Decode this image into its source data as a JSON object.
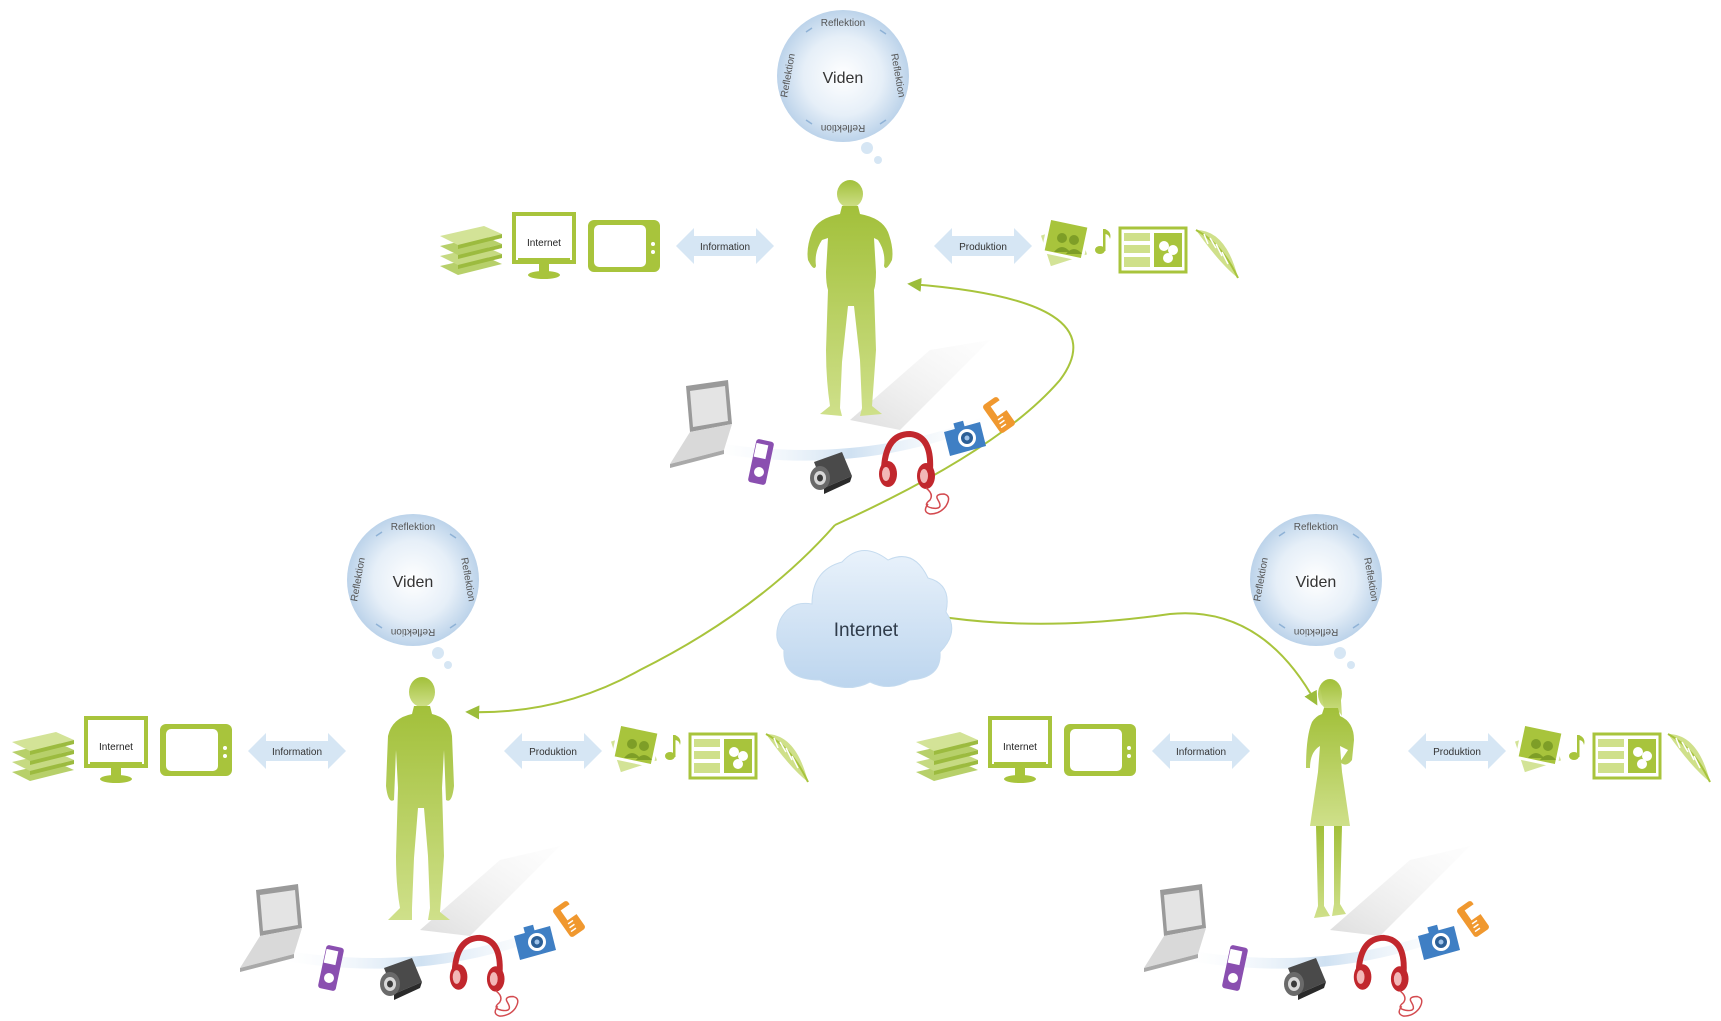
{
  "center": {
    "cloud_label": "Internet"
  },
  "nodes": [
    {
      "id": "top",
      "person": "man",
      "thought": {
        "center": "Viden",
        "ring": [
          "Reflektion",
          "Reflektion",
          "Reflektion",
          "Reflektion"
        ]
      },
      "info_label": "Information",
      "prod_label": "Produktion",
      "screen_label": "Internet"
    },
    {
      "id": "left",
      "person": "man",
      "thought": {
        "center": "Viden",
        "ring": [
          "Reflektion",
          "Reflektion",
          "Reflektion",
          "Reflektion"
        ]
      },
      "info_label": "Information",
      "prod_label": "Produktion",
      "screen_label": "Internet"
    },
    {
      "id": "right",
      "person": "woman",
      "thought": {
        "center": "Viden",
        "ring": [
          "Reflektion",
          "Reflektion",
          "Reflektion",
          "Reflektion"
        ]
      },
      "info_label": "Information",
      "prod_label": "Produktion",
      "screen_label": "Internet"
    }
  ],
  "colors": {
    "green": "#a8c43c",
    "green_light": "#cfe08a",
    "blue_light": "#d6e6f4",
    "blue_mid": "#9fbfe0",
    "cloud": "#cfe2f3",
    "text": "#3a3a3a",
    "purple": "#8a4fb0",
    "red": "#c1272d",
    "camera_blue": "#3f7fc4",
    "orange": "#f0982f",
    "gray": "#b8b8b8"
  },
  "icons": [
    "books-icon",
    "monitor-icon",
    "tv-icon",
    "photo-icon",
    "music-note-icon",
    "layout-icon",
    "feather-icon",
    "laptop-icon",
    "mp3-player-icon",
    "video-camera-icon",
    "headphones-icon",
    "camera-icon",
    "phone-icon",
    "person-icon",
    "cloud-icon"
  ]
}
